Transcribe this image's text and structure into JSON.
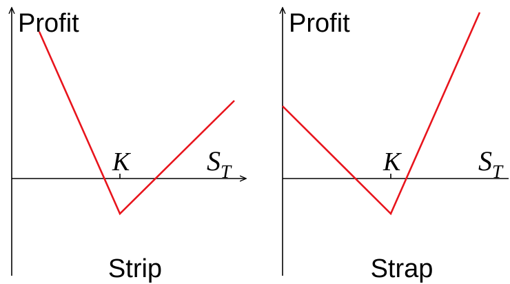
{
  "panels": [
    {
      "id": "strip",
      "y_axis_label": "Profit",
      "strike_label": "K",
      "x_axis_label_main": "S",
      "x_axis_label_sub": "T",
      "caption": "Strip",
      "line_color": "#e8141c"
    },
    {
      "id": "strap",
      "y_axis_label": "Profit",
      "strike_label": "K",
      "x_axis_label_main": "S",
      "x_axis_label_sub": "T",
      "caption": "Strap",
      "line_color": "#e8141c"
    }
  ]
}
